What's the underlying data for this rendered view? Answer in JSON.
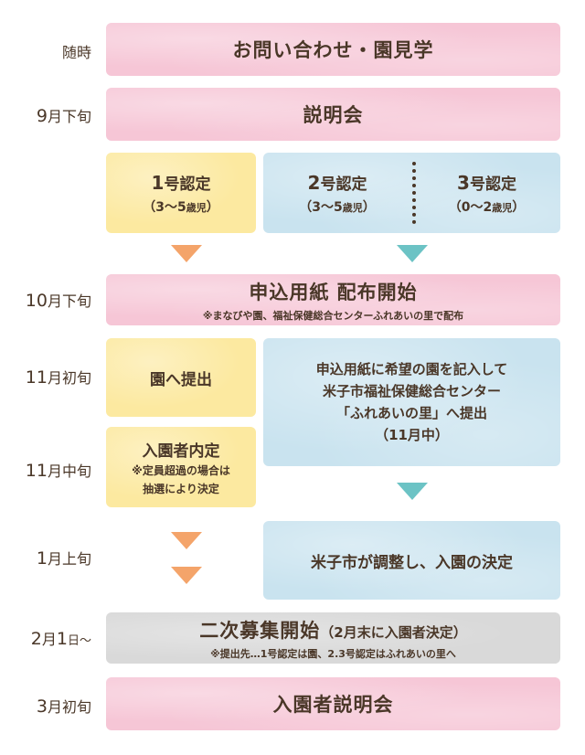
{
  "labels": {
    "l1": {
      "main": "随時"
    },
    "l2": {
      "num": "9",
      "rest": "月下旬"
    },
    "l3": {
      "num": "10",
      "rest": "月下旬"
    },
    "l4": {
      "num": "11",
      "rest": "月初旬"
    },
    "l5": {
      "num": "11",
      "rest": "月中旬"
    },
    "l6": {
      "num": "1",
      "rest": "月上旬"
    },
    "l7": {
      "num": "2",
      "mid": "月",
      "num2": "1",
      "rest": "日〜"
    },
    "l8": {
      "num": "3",
      "rest": "月初旬"
    }
  },
  "boxes": {
    "inquiry": "お問い合わせ・園見学",
    "briefing": "説明会",
    "cert1": {
      "title_num": "1",
      "title_rest": "号認定",
      "sub_a": "（3〜5",
      "sub_b": "歳児",
      "sub_c": "）"
    },
    "cert2": {
      "title_num": "2",
      "title_rest": "号認定",
      "sub_a": "（3〜5",
      "sub_b": "歳児",
      "sub_c": "）"
    },
    "cert3": {
      "title_num": "3",
      "title_rest": "号認定",
      "sub_a": "（0〜2",
      "sub_b": "歳児",
      "sub_c": "）"
    },
    "distribution": {
      "title": "申込用紙 配布開始",
      "note": "※まなびや園、福祉保健総合センターふれあいの里で配布"
    },
    "submit_kindergarten": "園へ提出",
    "submit_center": {
      "line1": "申込用紙に希望の園を記入して",
      "line2": "米子市福祉保健総合センター",
      "line3": "「ふれあいの里」へ提出",
      "line4": "（11月中）"
    },
    "admission_decision": {
      "title": "入園者内定",
      "note1": "※定員超過の場合は",
      "note2": "抽選により決定"
    },
    "city_decision": "米子市が調整し、入園の決定",
    "second_recruit": {
      "title": "二次募集開始",
      "title_paren": "（2月末に入園者決定）",
      "note": "※提出先…1号認定は園、2.3号認定はふれあいの里へ"
    },
    "orientation": "入園者説明会"
  },
  "colors": {
    "pink": "#f6c6d6",
    "yellow": "#fce9a0",
    "blue": "#c9e3ef",
    "gray": "#d9d9d9",
    "arrow_orange": "#f4a46a",
    "arrow_teal": "#6cc3c5",
    "text": "#4a3728"
  }
}
